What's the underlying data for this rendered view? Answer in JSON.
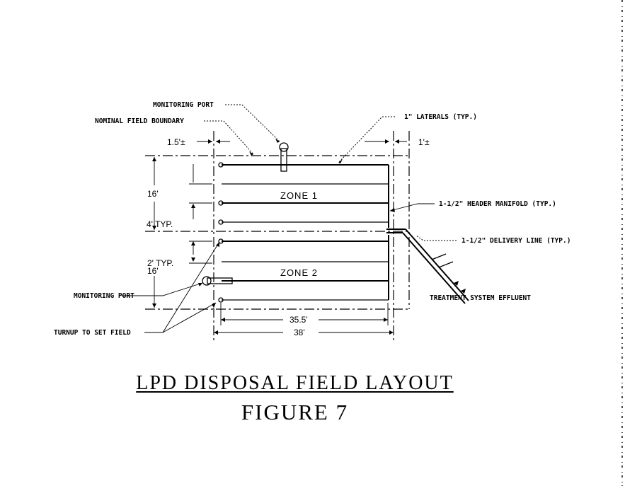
{
  "labels": {
    "monitoring_port_top": "MONITORING PORT",
    "nominal_field_boundary": "NOMINAL FIELD BOUNDARY",
    "laterals": "1\" LATERALS (TYP.)",
    "header_manifold": "1-1/2\" HEADER MANIFOLD (TYP.)",
    "delivery_line": "1-1/2\" DELIVERY LINE (TYP.)",
    "treatment_effluent": "TREATMENT SYSTEM EFFLUENT",
    "monitoring_port_bottom": "MONITORING PORT",
    "turnup": "TURNUP TO SET FIELD",
    "zone1": "ZONE 1",
    "zone2": "ZONE 2"
  },
  "dimensions": {
    "left_offset": "1.5'±",
    "right_offset": "1'±",
    "zone1_height": "16'",
    "zone2_height": "16'",
    "lateral_spacing": "4' TYP.",
    "end_spacing": "2' TYP.",
    "lateral_length": "35.5'",
    "field_length": "38'"
  },
  "title": {
    "main": "LPD DISPOSAL FIELD LAYOUT",
    "figure": "FIGURE 7"
  }
}
